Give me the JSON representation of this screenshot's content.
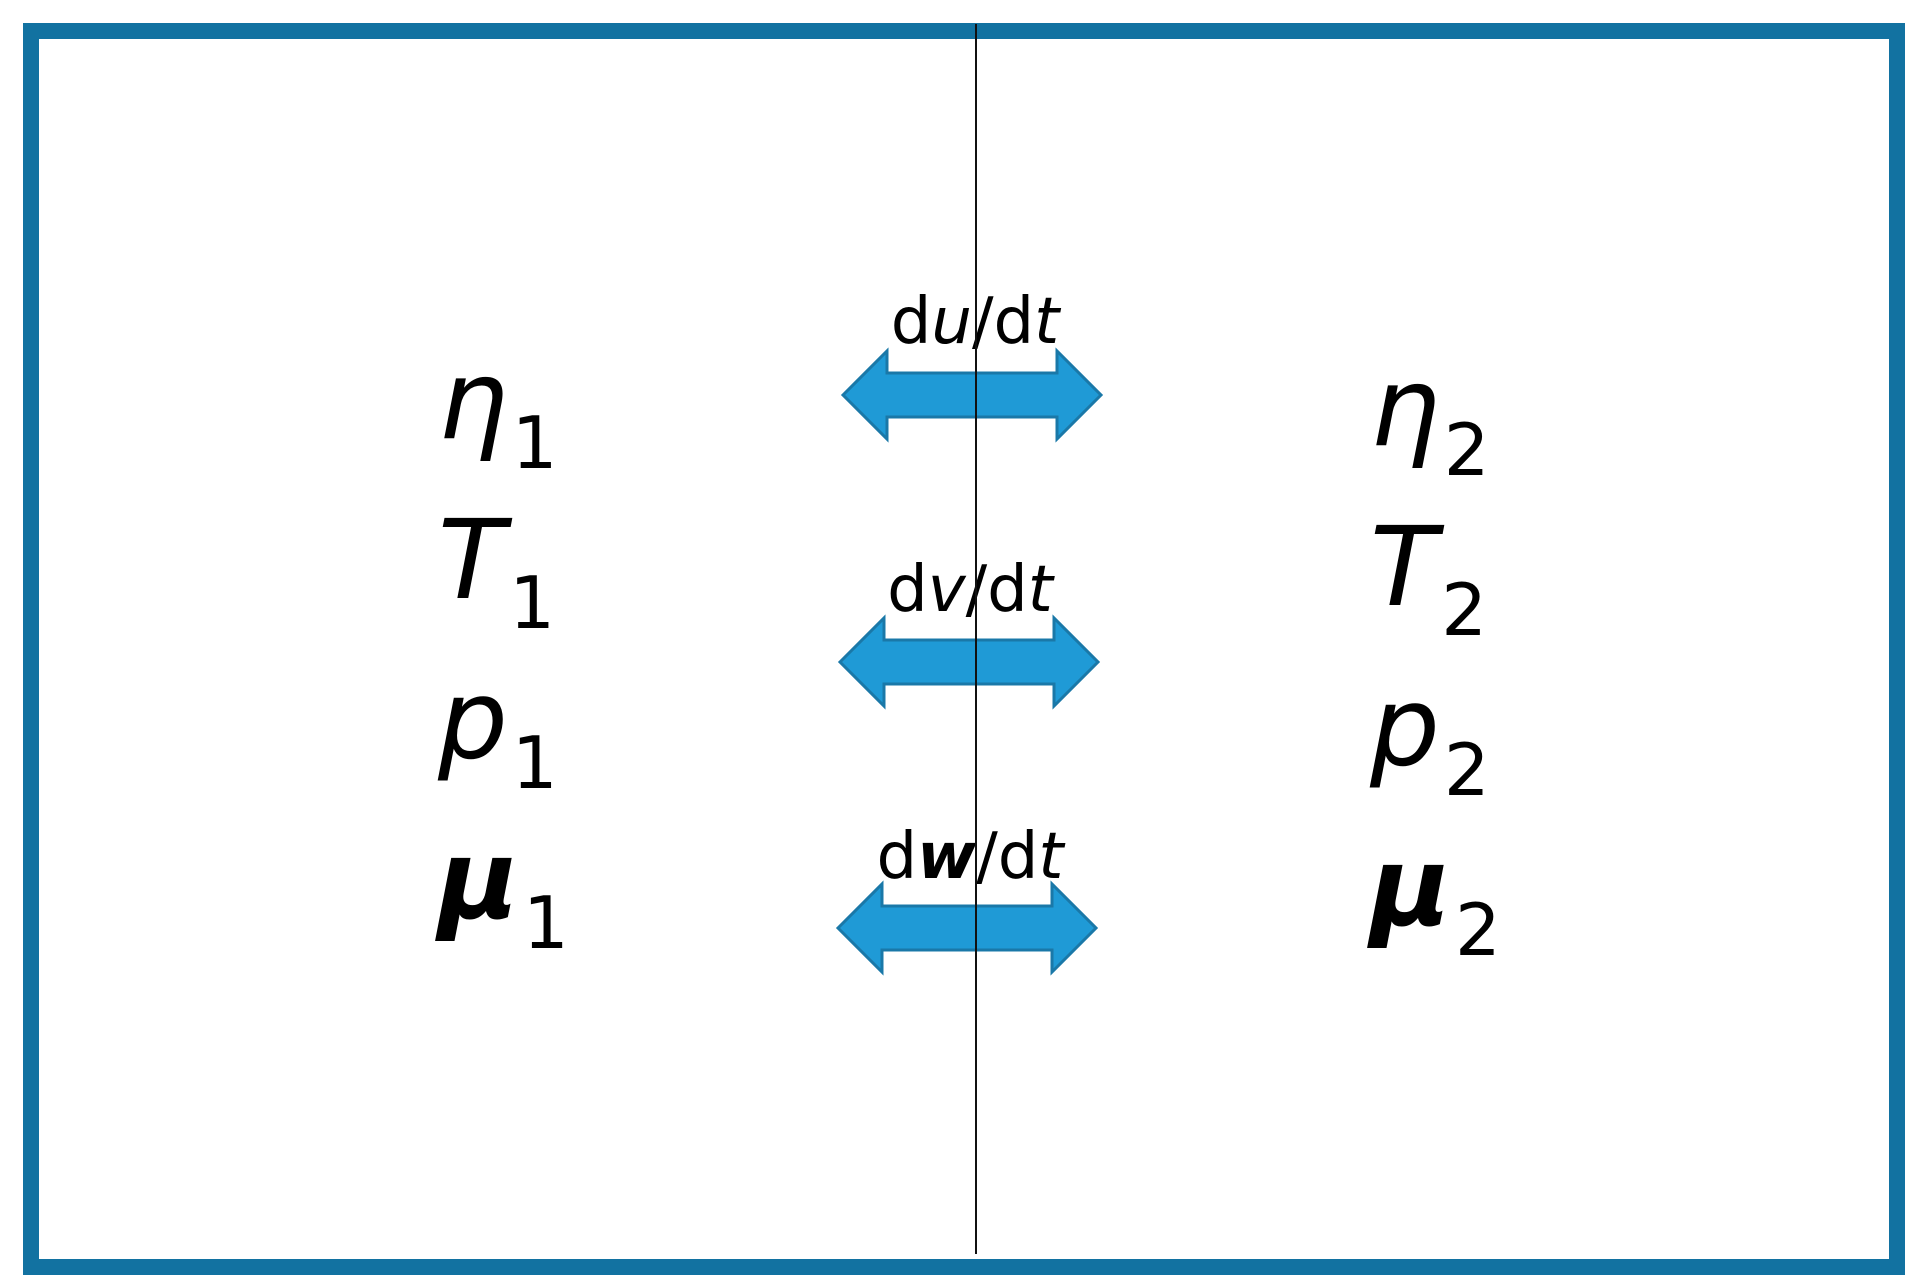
{
  "left_state": {
    "eta": {
      "symbol": "η",
      "subscript": "1"
    },
    "temperature": {
      "symbol": "T",
      "subscript": "1"
    },
    "pressure": {
      "symbol": "p",
      "subscript": "1"
    },
    "chemical_potential": {
      "symbol": "μ",
      "subscript": "1"
    }
  },
  "right_state": {
    "eta": {
      "symbol": "η",
      "subscript": "2"
    },
    "temperature": {
      "symbol": "T",
      "subscript": "2"
    },
    "pressure": {
      "symbol": "p",
      "subscript": "2"
    },
    "chemical_potential": {
      "symbol": "μ",
      "subscript": "2"
    }
  },
  "fluxes": {
    "energy": {
      "d": "d",
      "var": "u",
      "rest": "/d",
      "t": "t"
    },
    "volume": {
      "d": "d",
      "var": "v",
      "rest": "/d",
      "t": "t"
    },
    "matter": {
      "d": "d",
      "var": "w",
      "rest": "/d",
      "t": "t"
    }
  },
  "colors": {
    "frame": "#1272a1",
    "arrow_fill": "#1f9ad6",
    "arrow_stroke": "#1a78a8"
  }
}
